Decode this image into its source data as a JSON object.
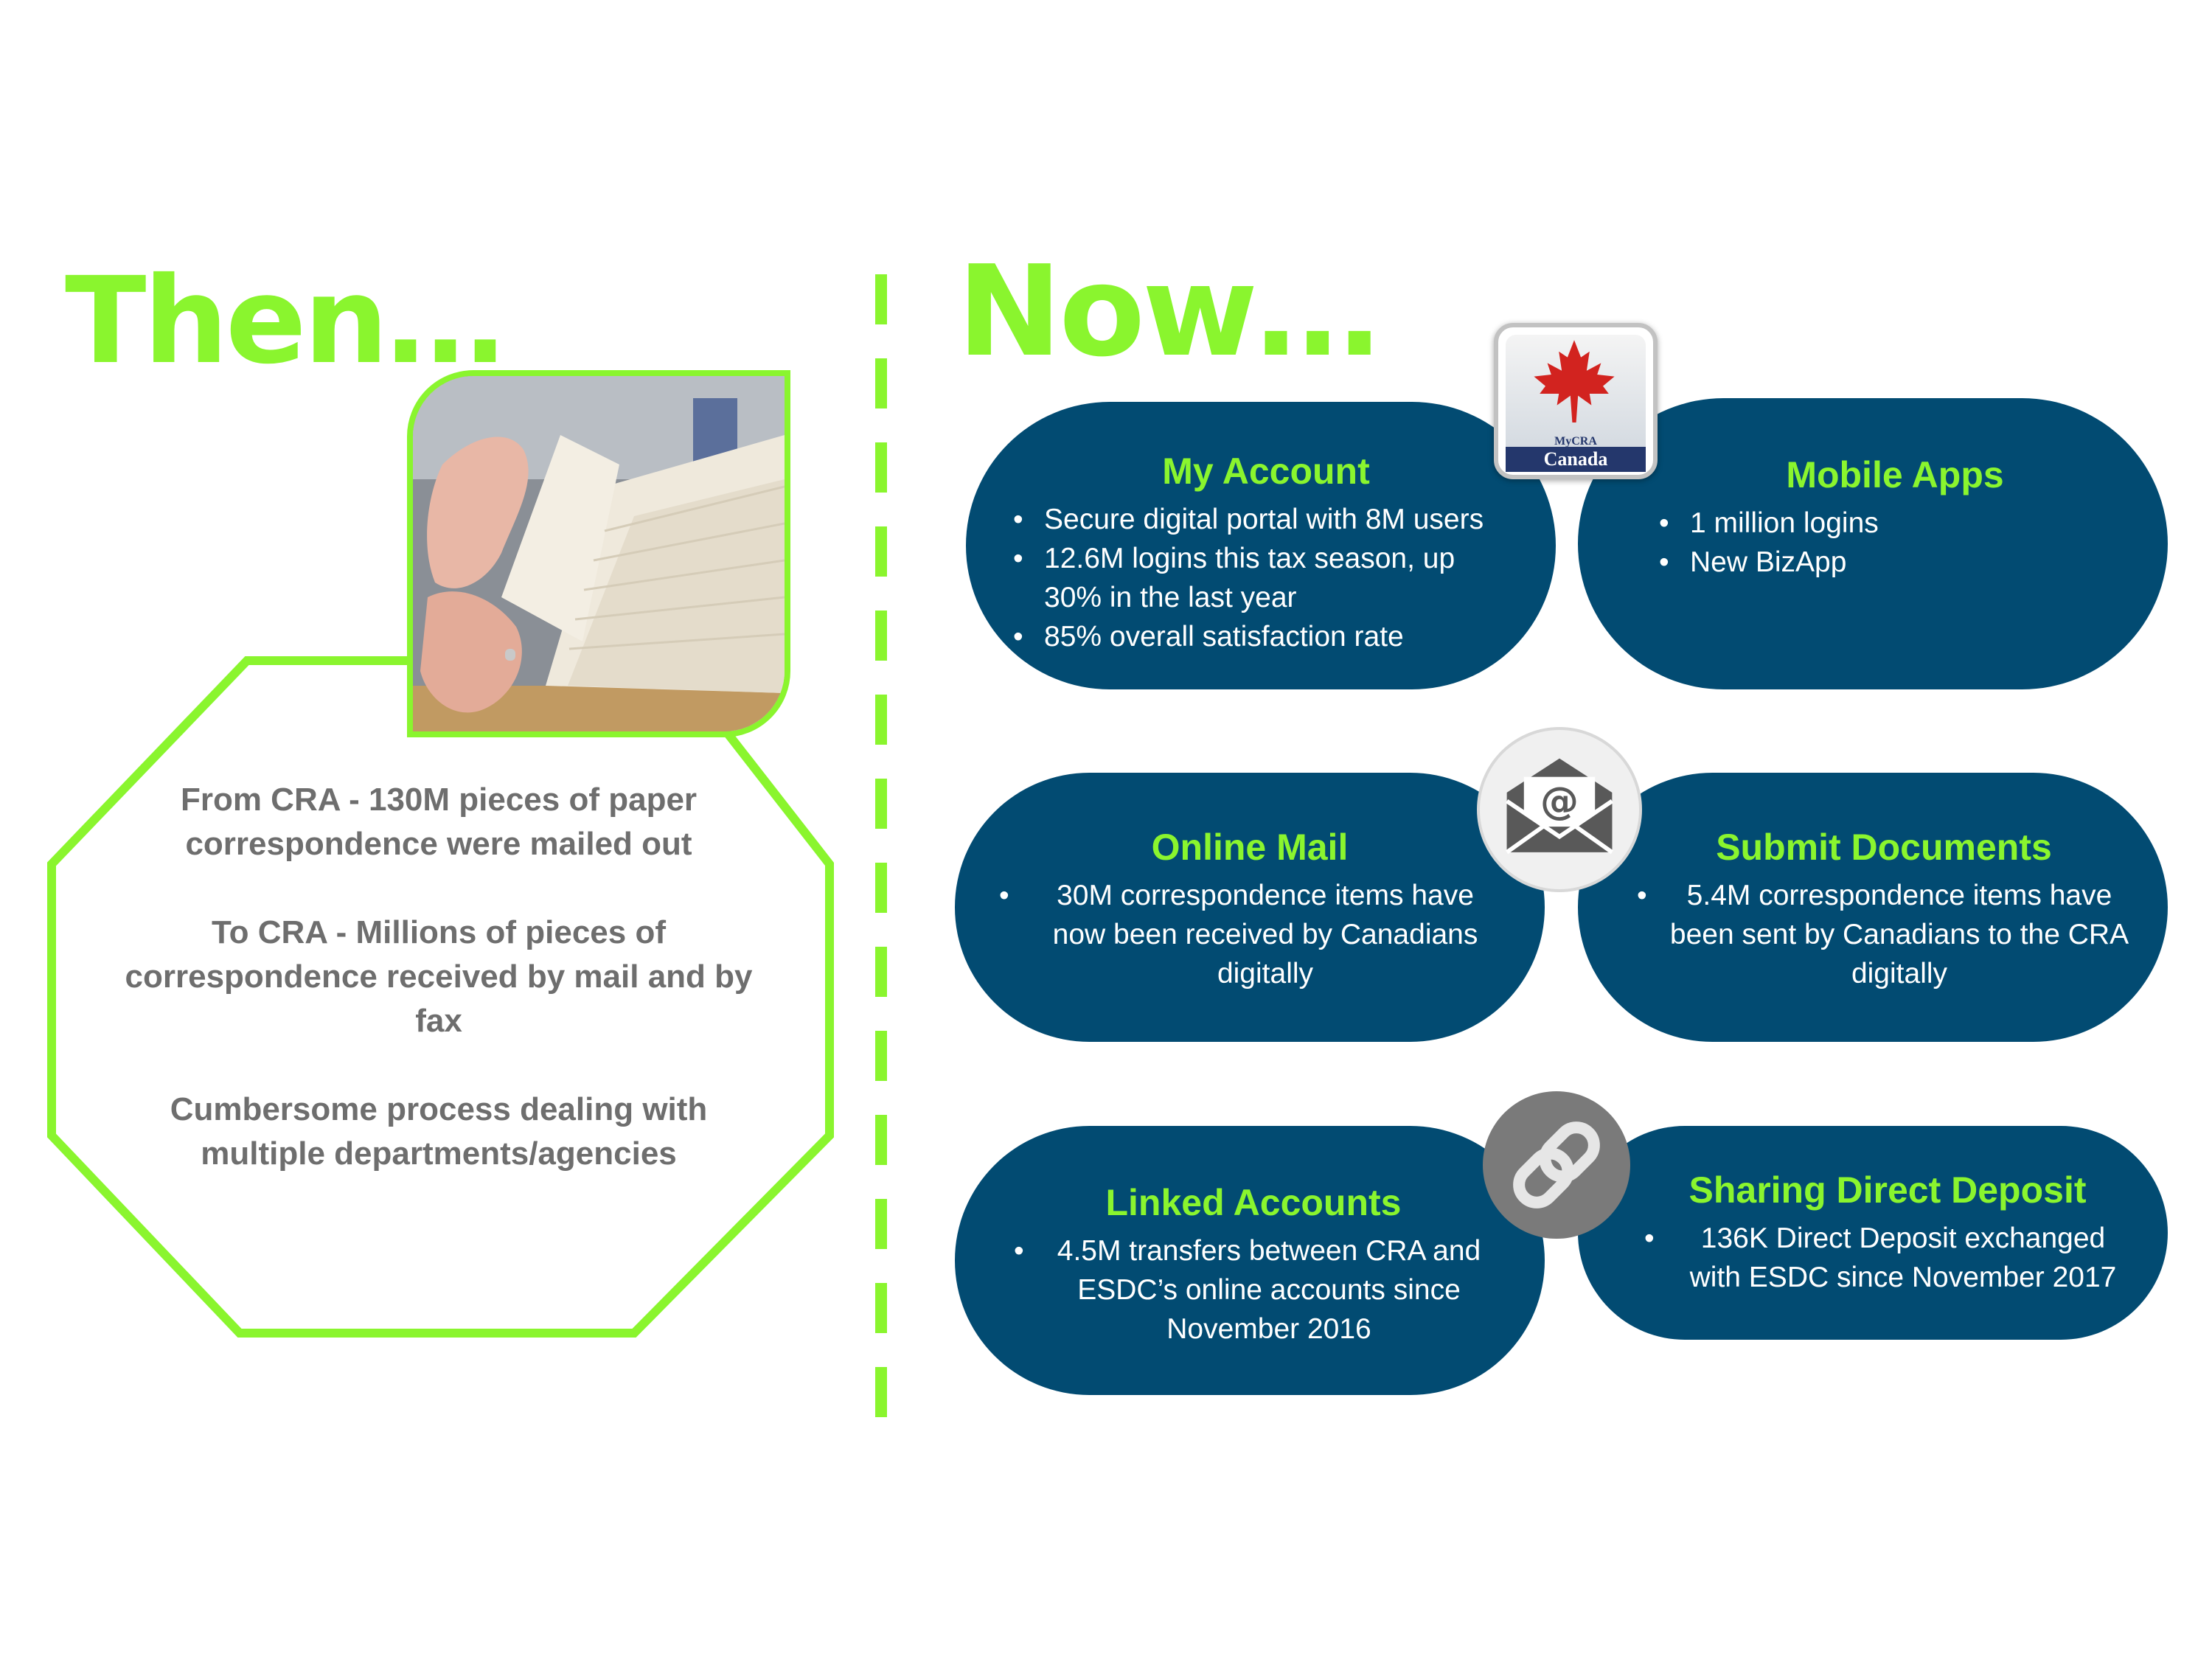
{
  "then": {
    "heading": "Then…",
    "lines": [
      "From CRA - 130M pieces of paper correspondence were mailed out",
      "To CRA - Millions of pieces of correspondence received by mail and by fax",
      "Cumbersome process dealing with multiple departments/agencies"
    ]
  },
  "now": {
    "heading": "Now…",
    "cards": {
      "my_account": {
        "title": "My Account",
        "bullets": [
          "Secure digital portal with 8M users",
          "12.6M logins this tax season, up 30% in the last year",
          "85% overall satisfaction rate"
        ]
      },
      "mobile_apps": {
        "title": "Mobile Apps",
        "bullets": [
          "1 million logins",
          "New BizApp"
        ]
      },
      "online_mail": {
        "title": "Online Mail",
        "bullets": [
          "30M correspondence items have now been received by Canadians digitally"
        ]
      },
      "submit_documents": {
        "title": "Submit Documents",
        "bullets": [
          "5.4M correspondence items have been sent by Canadians to the CRA digitally"
        ]
      },
      "linked_accounts": {
        "title": "Linked Accounts",
        "bullets": [
          "4.5M transfers between CRA and ESDC’s online accounts since November 2016"
        ]
      },
      "sharing_direct_deposit": {
        "title": "Sharing Direct Deposit",
        "bullets": [
          "136K Direct Deposit exchanged with ESDC since November 2017"
        ]
      }
    }
  },
  "icons": {
    "app": {
      "name": "mycra-app-icon",
      "small_label": "MyCRA",
      "big_label": "Canada"
    },
    "mail": {
      "name": "envelope-at-icon"
    },
    "link": {
      "name": "chain-link-icon"
    }
  },
  "colors": {
    "accent_green": "#8af52e",
    "card_blue": "#024b72",
    "text_gray": "#6e6e6e"
  }
}
